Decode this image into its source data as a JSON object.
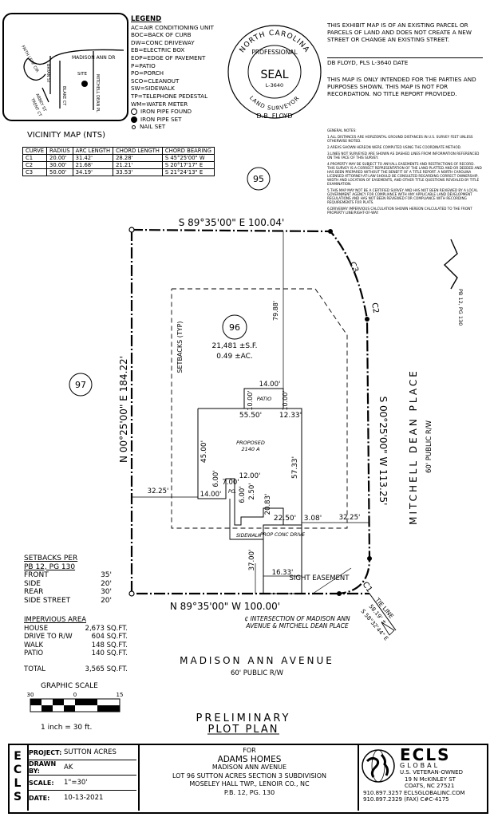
{
  "legend": {
    "title": "LEGEND",
    "items": [
      "AC=AIR CONDITIONING UNIT",
      "BOC=BACK OF CURB",
      "DW=CONC DRIVEWAY",
      "EB=ELECTRIC BOX",
      "EOP=EDGE OF PAVEMENT",
      "P=PATIO",
      "PO=PORCH",
      "SCO=CLEANOUT",
      "SW=SIDEWALK",
      "TP=TELEPHONE PEDESTAL",
      "WM=WATER METER"
    ],
    "symbols": [
      "IRON PIPE FOUND",
      "IRON PIPE SET",
      "NAIL SET"
    ]
  },
  "vicinity": {
    "title": "VICINITY MAP (NTS)",
    "labels": [
      "MADISON ANN DR",
      "FAITH LEAF CIR",
      "BRYAN ST",
      "BLAKE CT",
      "SITE",
      "MITCHELL DEAN PL",
      "ABBEY ST",
      "TRENT CT"
    ]
  },
  "seal": {
    "state": "NORTH CAROLINA",
    "line1": "PROFESSIONAL",
    "line2": "SEAL",
    "number": "L-3640",
    "line3": "LAND SURVEYOR",
    "name": "D.B. FLOYD"
  },
  "notice": {
    "p1": "THIS EXHIBIT MAP IS OF AN EXISTING PARCEL OR PARCELS OF LAND AND DOES NOT CREATE A NEW STREET OR CHANGE AN EXISTING STREET.",
    "sign": "DB FLOYD, PLS L-3640 DATE",
    "p2": "THIS MAP IS ONLY INTENDED FOR THE PARTIES AND PURPOSES SHOWN. THIS MAP IS NOT FOR RECORDATION. NO TITLE REPORT PROVIDED."
  },
  "general_notes": {
    "title": "GENERAL NOTES:",
    "items": [
      "1.ALL DISTANCES ARE HORIZONTAL GROUND DISTANCES IN U.S. SURVEY FEET UNLESS OTHERWISE NOTED.",
      "2.AREAS SHOWN HEREON WERE COMPUTED USING THE COORDINATE METHOD.",
      "3.LINES NOT SURVEYED ARE SHOWN AS DASHED LINES FROM INFORMATION REFERENCED ON THE FACE OF THIS SURVEY.",
      "4.PROPERTY MAY BE SUBJECT TO ANY/ALL EASEMENTS AND RESTRICTIONS OF RECORD. THIS SURVEY IS A CORRECT REPRESENTATION OF THE LAND PLATTED AND OR DEEDED AND HAS BEEN PREPARED WITHOUT THE BENEFIT OF A TITLE REPORT. A NORTH CAROLINA LICENSED ATTORNEY-AT-LAW SHOULD BE CONSULTED REGARDING CORRECT OWNERSHIP, WIDTH AND LOCATION OF EASEMENTS, AND OTHER TITLE QUESTIONS REVEALED BY TITLE EXAMINATION.",
      "5.THIS MAP MAY NOT BE A CERTIFIED SURVEY AND HAS NOT BEEN REVIEWED BY A LOCAL GOVERNMENT AGENCY FOR COMPLIANCE WITH ANY APPLICABLE LAND DEVELOPMENT REGULATIONS AND HAS NOT BEEN REVIEWED FOR COMPLIANCE WITH RECORDING REQUIREMENTS FOR PLATS.",
      "6.DRIVEWAY IMPERVIOUS CALCULATION SHOWN HEREON CALCULATED TO THE FRONT PROPERTY LINE/RIGHT-OF-WAY."
    ]
  },
  "curve_table": {
    "headers": [
      "CURVE",
      "RADIUS",
      "ARC LENGTH",
      "CHORD LENGTH",
      "CHORD BEARING"
    ],
    "rows": [
      [
        "C1",
        "20.00'",
        "31.42'",
        "28.28'",
        "S 45°25'00\" W"
      ],
      [
        "C2",
        "30.00'",
        "21.68'",
        "21.21'",
        "S 20°17'17\" E"
      ],
      [
        "C3",
        "50.00'",
        "34.19'",
        "33.53'",
        "S 21°24'13\" E"
      ]
    ]
  },
  "plan": {
    "lot_95": "95",
    "lot_97": "97",
    "lot_96": "96",
    "area_sf": "21,481 ±S.F.",
    "area_ac": "0.49 ±AC.",
    "north_line": "S 89°35'00\" E   100.04'",
    "south_line": "N 89°35'00\" W   100.00'",
    "west_line": "N 00°25'00\" E   184.22'",
    "east_line": "S 00°25'00\" W   113.25'",
    "setbacks_label": "SETBACKS (TYP)",
    "street_east": "MITCHELL DEAN PLACE",
    "street_east_rw": "60' PUBLIC R/W",
    "street_south": "MADISON ANN AVENUE",
    "street_south_rw": "60' PUBLIC R/W",
    "pb_ref": "PB 12, PG 130",
    "c1": "C1",
    "c2": "C2",
    "c3": "C3",
    "proposed": "PROPOSED",
    "plan_name": "2140 A",
    "patio": "PATIO",
    "po": "PO.",
    "sidewalk": "SIDEWALK",
    "drive": "PROP CONC DRIVE",
    "sight_easement": "SIGHT EASEMENT",
    "tie_line": "TIE LINE",
    "tie_dist": "58.19' ±",
    "tie_bearing": "S 58°32'44\" E",
    "intersection": "¢ INTERSECTION OF MADISON ANN AVENUE & MITCHELL DEAN PLACE",
    "dims": {
      "d7988": "79.88'",
      "d1400a": "14.00'",
      "d1000a": "10.00'",
      "d1000b": "10.00'",
      "d5550": "55.50'",
      "d1233": "12.33'",
      "d4500": "45.00'",
      "d5733": "57.33'",
      "d600a": "6.00'",
      "d700": "7.00'",
      "d1200": "12.00'",
      "d1400b": "14.00'",
      "d600b": "6.00'",
      "d250": "2.50'",
      "d2083": "20.83'",
      "d2250": "22.50'",
      "d308": "3.08'",
      "d3225a": "32.25'",
      "d3225b": "32.25'",
      "d3700": "37.00'",
      "d1633": "16.33'"
    }
  },
  "setbacks_per": {
    "title": "SETBACKS PER",
    "ref": "PB 12, PG 130",
    "rows": [
      [
        "FRONT",
        "35'"
      ],
      [
        "SIDE",
        "20'"
      ],
      [
        "REAR",
        "30'"
      ],
      [
        "SIDE STREET",
        "20'"
      ]
    ]
  },
  "impervious": {
    "title": "IMPERVIOUS AREA",
    "rows": [
      [
        "HOUSE",
        "2,673 SQ.FT."
      ],
      [
        "DRIVE TO R/W",
        "604 SQ.FT."
      ],
      [
        "WALK",
        "148 SQ.FT."
      ],
      [
        "PATIO",
        "140 SQ.FT."
      ]
    ],
    "total_label": "TOTAL",
    "total": "3,565 SQ.FT."
  },
  "graphic_scale": {
    "title": "GRAPHIC SCALE",
    "ticks": [
      "30",
      "0",
      "15"
    ],
    "note": "1 inch = 30  ft."
  },
  "plan_title": {
    "line1": "PRELIMINARY",
    "line2": "PLOT PLAN"
  },
  "title_block": {
    "side": "ECLS",
    "rows": [
      [
        "PROJECT:",
        "SUTTON ACRES"
      ],
      [
        "DRAWN BY:",
        "AK"
      ],
      [
        "SCALE:",
        "1\"=30'"
      ],
      [
        "DATE:",
        "10-13-2021"
      ]
    ],
    "for": "FOR",
    "client": "ADAMS HOMES",
    "street": "MADISON ANN AVENUE",
    "lot": "LOT 96 SUTTON ACRES SECTION 3 SUBDIVISION",
    "twp": "MOSELEY HALL TWP., LENOIR CO., NC",
    "pb": "P.B. 12, PG. 130"
  },
  "company": {
    "name": "ECLS",
    "sub": "GLOBAL",
    "tag": "U.S. VETERAN-OWNED",
    "addr1": "19 N McKINLEY ST",
    "addr2": "COATS, NC 27521",
    "phone": "910.897.3257",
    "web": "ECLSGLOBALINC.COM",
    "fax": "910.897.2329 (FAX)",
    "cert": "C#C-4175"
  }
}
